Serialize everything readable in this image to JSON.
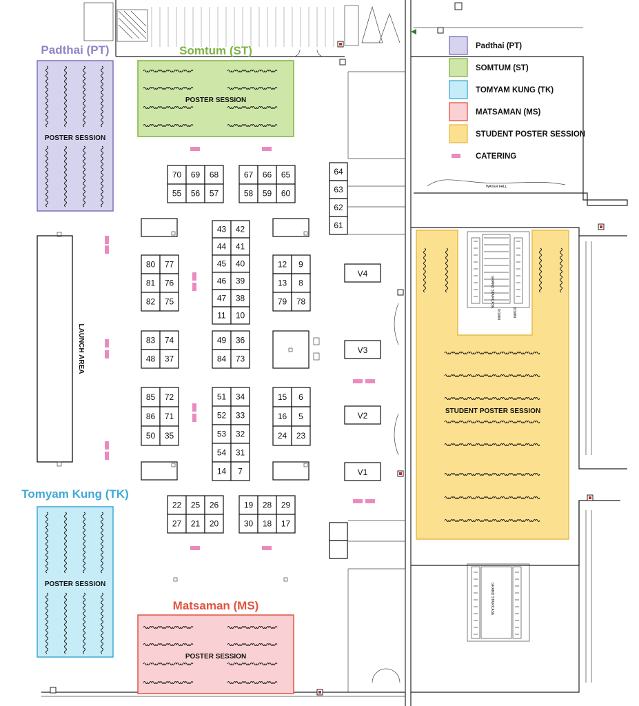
{
  "legend": {
    "items": [
      {
        "key": "pt",
        "label": "Padthai (PT)",
        "fill": "#d6d3ee",
        "stroke": "#7b72b9"
      },
      {
        "key": "st",
        "label": "SOMTUM (ST)",
        "fill": "#cfe6a9",
        "stroke": "#7cb342"
      },
      {
        "key": "tk",
        "label": "TOMYAM KUNG (TK)",
        "fill": "#c6ecf7",
        "stroke": "#3fa9d6"
      },
      {
        "key": "ms",
        "label": "MATSAMAN (MS)",
        "fill": "#f9d0d4",
        "stroke": "#e0533e"
      },
      {
        "key": "sp",
        "label": "STUDENT POSTER SESSION",
        "fill": "#fbe08f",
        "stroke": "#e7b94a"
      }
    ],
    "catering_label": "CATERING",
    "catering_color": "#e98bc0"
  },
  "areas": {
    "pt": {
      "title": "Padthai (PT)",
      "title_color": "#8e86c6",
      "session": "POSTER SESSION"
    },
    "st": {
      "title": "Somtum (ST)",
      "title_color": "#7cb342",
      "session": "POSTER SESSION"
    },
    "tk": {
      "title": "Tomyam Kung (TK)",
      "title_color": "#3fa9d6",
      "session": "POSTER SESSION"
    },
    "ms": {
      "title": "Matsaman (MS)",
      "title_color": "#e0533e",
      "session": "POSTER SESSION"
    },
    "sp": {
      "session": "STUDENT POSTER SESSION"
    }
  },
  "launch_area": "LAUNCH AREA",
  "booths": [
    "70",
    "69",
    "68",
    "55",
    "56",
    "57",
    "67",
    "66",
    "65",
    "58",
    "59",
    "60",
    "64",
    "63",
    "62",
    "61",
    "43",
    "42",
    "44",
    "41",
    "45",
    "40",
    "46",
    "39",
    "47",
    "38",
    "11",
    "10",
    "12",
    "9",
    "13",
    "8",
    "79",
    "78",
    "80",
    "77",
    "81",
    "76",
    "82",
    "75",
    "83",
    "74",
    "48",
    "37",
    "49",
    "36",
    "84",
    "73",
    "85",
    "72",
    "86",
    "71",
    "50",
    "35",
    "51",
    "34",
    "52",
    "33",
    "53",
    "32",
    "54",
    "31",
    "14",
    "7",
    "15",
    "6",
    "16",
    "5",
    "24",
    "23",
    "22",
    "25",
    "26",
    "27",
    "21",
    "20",
    "19",
    "28",
    "29",
    "30",
    "18",
    "17"
  ],
  "vip": [
    "V4",
    "V3",
    "V2",
    "V1"
  ],
  "stair_labels": [
    "GRAND STAIRCASE",
    "DOWN",
    "DOWN",
    "GRAND STAIRCASE",
    "WATER FALL"
  ]
}
